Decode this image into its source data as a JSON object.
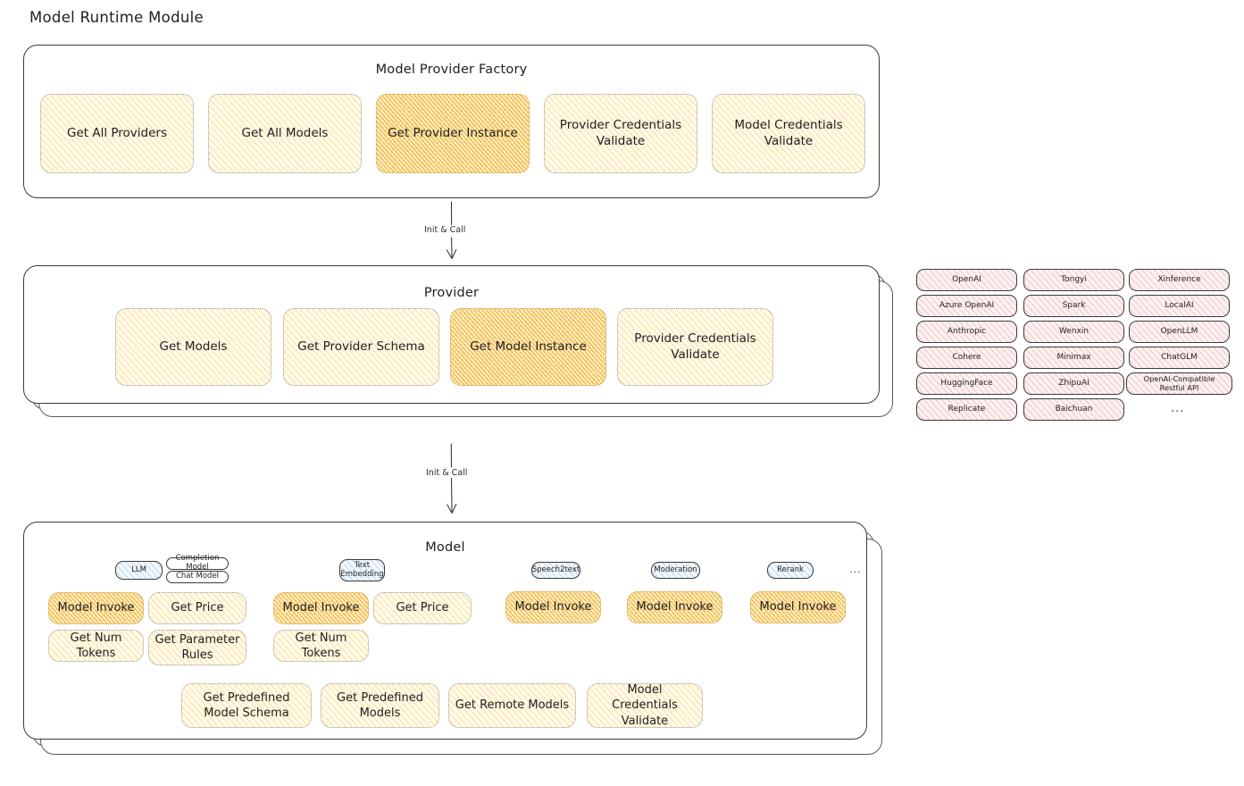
{
  "page": {
    "title": "Model Runtime Module"
  },
  "factory": {
    "title": "Model Provider Factory",
    "nodes": [
      {
        "label": "Get All Providers",
        "highlight": false
      },
      {
        "label": "Get All Models",
        "highlight": false
      },
      {
        "label": "Get Provider Instance",
        "highlight": true
      },
      {
        "label": "Provider Credentials Validate",
        "highlight": false
      },
      {
        "label": "Model Credentials Validate",
        "highlight": false
      }
    ]
  },
  "arrows": [
    {
      "label": "Init & Call"
    },
    {
      "label": "Init & Call"
    }
  ],
  "provider": {
    "title": "Provider",
    "nodes": [
      {
        "label": "Get Models",
        "highlight": false
      },
      {
        "label": "Get Provider Schema",
        "highlight": false
      },
      {
        "label": "Get Model Instance",
        "highlight": true
      },
      {
        "label": "Provider Credentials Validate",
        "highlight": false
      }
    ]
  },
  "provider_list": {
    "columns": [
      [
        "OpenAI",
        "Azure OpenAI",
        "Anthropic",
        "Cohere",
        "HuggingFace",
        "Replicate"
      ],
      [
        "Tongyi",
        "Spark",
        "Wenxin",
        "Minimax",
        "ZhipuAI",
        "Baichuan"
      ],
      [
        "Xinference",
        "LocalAI",
        "OpenLLM",
        "ChatGLM",
        "OpenAI-Compatible Restful API"
      ]
    ],
    "ellipsis": "..."
  },
  "model": {
    "title": "Model",
    "ellipsis": "...",
    "types": [
      {
        "badge": "LLM",
        "sub_badges": [
          "Completion Model",
          "Chat Model"
        ],
        "ops": [
          {
            "label": "Model Invoke",
            "highlight": true
          },
          {
            "label": "Get Price",
            "highlight": false
          },
          {
            "label": "Get Num Tokens",
            "highlight": false
          },
          {
            "label": "Get Parameter Rules",
            "highlight": false
          }
        ]
      },
      {
        "badge": "Text Embedding",
        "sub_badges": [],
        "ops": [
          {
            "label": "Model Invoke",
            "highlight": true
          },
          {
            "label": "Get Price",
            "highlight": false
          },
          {
            "label": "Get Num Tokens",
            "highlight": false
          }
        ]
      },
      {
        "badge": "Speech2text",
        "sub_badges": [],
        "ops": [
          {
            "label": "Model Invoke",
            "highlight": true
          }
        ]
      },
      {
        "badge": "Moderation",
        "sub_badges": [],
        "ops": [
          {
            "label": "Model Invoke",
            "highlight": true
          }
        ]
      },
      {
        "badge": "Rerank",
        "sub_badges": [],
        "ops": [
          {
            "label": "Model Invoke",
            "highlight": true
          }
        ]
      }
    ],
    "common_ops": [
      {
        "label": "Get Predefined Model Schema"
      },
      {
        "label": "Get Predefined Models"
      },
      {
        "label": "Get Remote Models"
      },
      {
        "label": "Model Credentials Validate"
      }
    ]
  },
  "colors": {
    "highlight_fill": "#f0b22a",
    "node_fill": "#fffaec",
    "provider_chip_fill": "#fdf1f1",
    "model_badge_fill": "#f2f8fd",
    "stroke": "#3b3b3b"
  }
}
